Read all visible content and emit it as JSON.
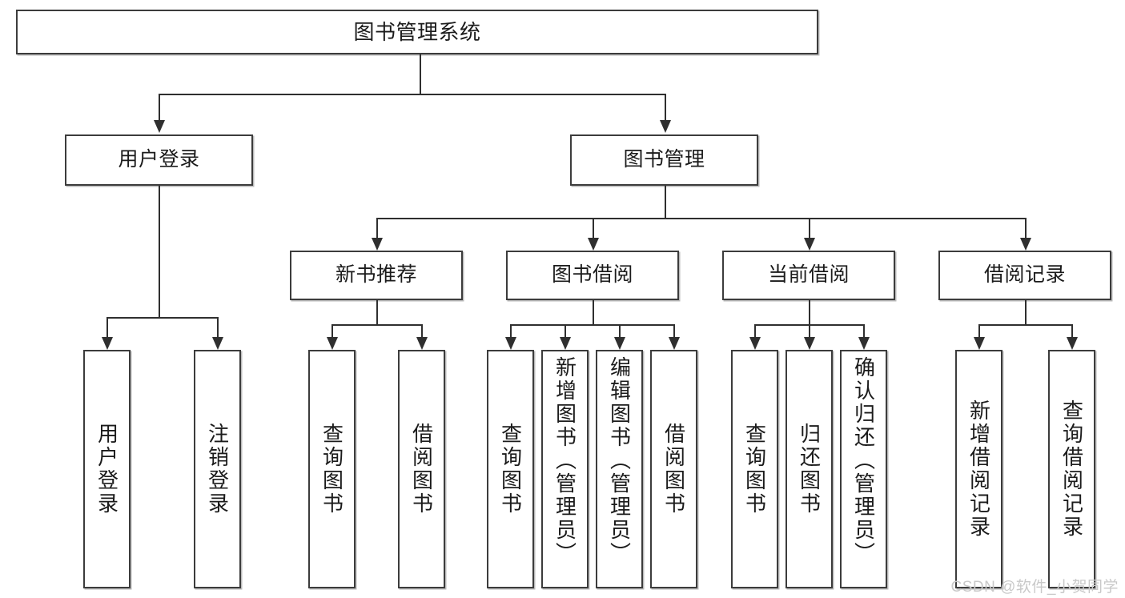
{
  "diagram": {
    "type": "tree-hierarchy-chart",
    "title": "图书管理系统",
    "watermark": "CSDN @软件_小贺同学",
    "colors": {
      "box_border": "#3c3c3c",
      "box_fill": "#ffffff",
      "connector": "#2f2f2f",
      "text": "#1b1b1b",
      "watermark": "#c9c9c9",
      "background": "#ffffff"
    }
  },
  "nodes": {
    "root": {
      "label": "图书管理系统"
    },
    "level1": [
      {
        "id": "user-login",
        "label": "用户登录"
      },
      {
        "id": "book-management",
        "label": "图书管理"
      }
    ],
    "level2": [
      {
        "id": "new-book-recommend",
        "label": "新书推荐"
      },
      {
        "id": "book-borrow",
        "label": "图书借阅"
      },
      {
        "id": "current-borrow",
        "label": "当前借阅"
      },
      {
        "id": "borrow-record",
        "label": "借阅记录"
      }
    ],
    "leaves": {
      "user_login": [
        {
          "id": "user-login-leaf",
          "label": "用户登录"
        },
        {
          "id": "logout-leaf",
          "label": "注销登录"
        }
      ],
      "new_book_recommend": [
        {
          "id": "query-book-1",
          "label": "查询图书"
        },
        {
          "id": "borrow-book-1",
          "label": "借阅图书"
        }
      ],
      "book_borrow": [
        {
          "id": "query-book-2",
          "label": "查询图书"
        },
        {
          "id": "add-book",
          "label": "新增图书（管理员）"
        },
        {
          "id": "edit-book",
          "label": "编辑图书（管理员）"
        },
        {
          "id": "borrow-book-2",
          "label": "借阅图书"
        }
      ],
      "current_borrow": [
        {
          "id": "query-book-3",
          "label": "查询图书"
        },
        {
          "id": "return-book",
          "label": "归还图书"
        },
        {
          "id": "confirm-return",
          "label": "确认归还（管理员）"
        }
      ],
      "borrow_record": [
        {
          "id": "add-borrow-record",
          "label": "新增借阅记录"
        },
        {
          "id": "query-borrow-record",
          "label": "查询借阅记录"
        }
      ]
    }
  }
}
